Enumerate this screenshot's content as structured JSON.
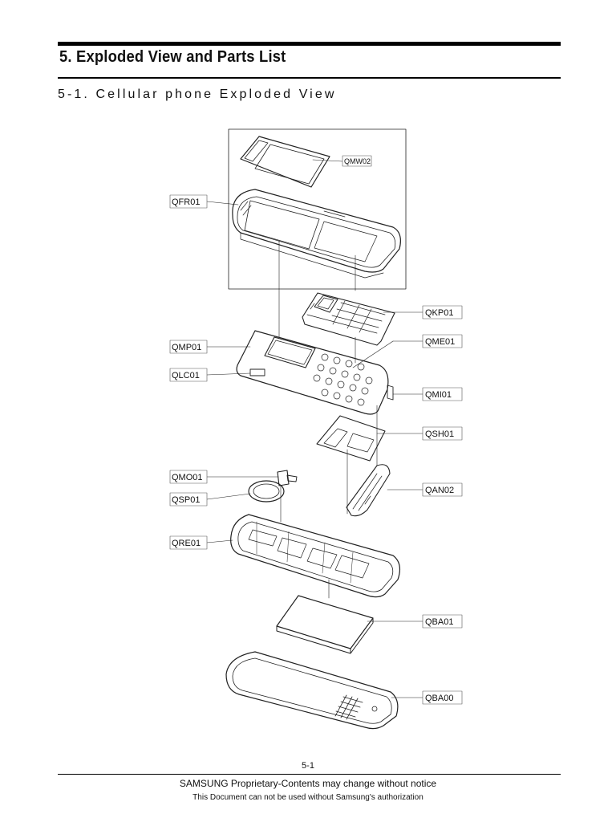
{
  "header": {
    "section_title": "5. Exploded View and Parts List",
    "subsection_title": "5-1. Cellular phone Exploded View"
  },
  "diagram": {
    "callouts": [
      {
        "id": "qmw02",
        "code": "QMW02"
      },
      {
        "id": "qfr01",
        "code": "QFR01"
      },
      {
        "id": "qkp01",
        "code": "QKP01"
      },
      {
        "id": "qme01",
        "code": "QME01"
      },
      {
        "id": "qmp01",
        "code": "QMP01"
      },
      {
        "id": "qlc01",
        "code": "QLC01"
      },
      {
        "id": "qmi01",
        "code": "QMI01"
      },
      {
        "id": "qsh01",
        "code": "QSH01"
      },
      {
        "id": "qmo01",
        "code": "QMO01"
      },
      {
        "id": "qsp01",
        "code": "QSP01"
      },
      {
        "id": "qan02",
        "code": "QAN02"
      },
      {
        "id": "qre01",
        "code": "QRE01"
      },
      {
        "id": "qba01",
        "code": "QBA01"
      },
      {
        "id": "qba00",
        "code": "QBA00"
      }
    ]
  },
  "footer": {
    "page_number": "5-1",
    "notice": "SAMSUNG Proprietary-Contents may change without notice",
    "authorization": "This Document can not be used without Samsung's authorization"
  }
}
